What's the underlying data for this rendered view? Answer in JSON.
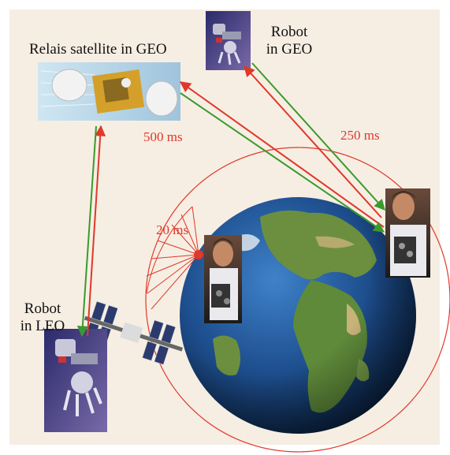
{
  "labels": {
    "relay_sat": "Relais satellite in GEO",
    "robot_geo_line1": "Robot",
    "robot_geo_line2": "in GEO",
    "robot_leo_line1": "Robot",
    "robot_leo_line2": "in LEO"
  },
  "delays": {
    "sat_to_ground": "500 ms",
    "geo_to_ground": "250 ms",
    "leo_to_ground": "20 ms"
  },
  "colors": {
    "background": "#f6eee3",
    "uplink": "#e0382a",
    "downlink": "#3a9a2e",
    "orbit": "#e0382a",
    "ocean": "#1e4f8f",
    "land": "#5f8a3a"
  },
  "icons": {
    "relay_satellite": "relay-satellite-image",
    "robot_geo": "space-robot-image",
    "robot_leo": "space-robot-image",
    "space_station": "space-station-image",
    "earth": "earth-globe",
    "operator_ground": "operator-photo",
    "operator_leo": "operator-photo"
  }
}
